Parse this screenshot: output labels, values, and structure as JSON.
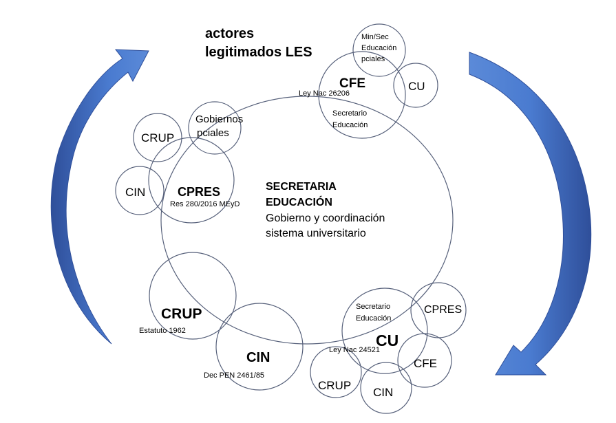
{
  "title": {
    "line1": "actores",
    "line2": "legitimados LES"
  },
  "center": {
    "line1": "SECRETARIA",
    "line2": "EDUCACIÓN",
    "line3": "Gobierno y coordinación",
    "line4": "sistema universitario"
  },
  "cfe_group": {
    "cfe": "CFE",
    "law": "Ley Nac 26206",
    "sec1": "Secretario",
    "sec2": "Educación",
    "min1": "Min/Sec",
    "min2": "Educación",
    "min3": "pciales",
    "cu": "CU"
  },
  "cpres_group": {
    "cpres": "CPRES",
    "res": "Res 280/2016 MEyD",
    "crup": "CRUP",
    "cin": "CIN",
    "gob1": "Gobiernos",
    "gob2": "pciales"
  },
  "crup_node": {
    "label": "CRUP",
    "note": "Estatuto 1962"
  },
  "cin_node": {
    "label": "CIN",
    "note": "Dec PEN 2461/85"
  },
  "cu_group": {
    "cu": "CU",
    "law": "Ley Nac 24521",
    "sec1": "Secretario",
    "sec2": "Educación",
    "cpres": "CPRES",
    "cfe": "CFE",
    "cin": "CIN",
    "crup": "CRUP"
  },
  "colors": {
    "arrow_light": "#4a7bd0",
    "arrow_dark": "#2f4f9a",
    "ring": "#56607a"
  },
  "icons": {
    "left_arrow": "curved-up-arrow-icon",
    "right_arrow": "curved-down-arrow-icon"
  }
}
